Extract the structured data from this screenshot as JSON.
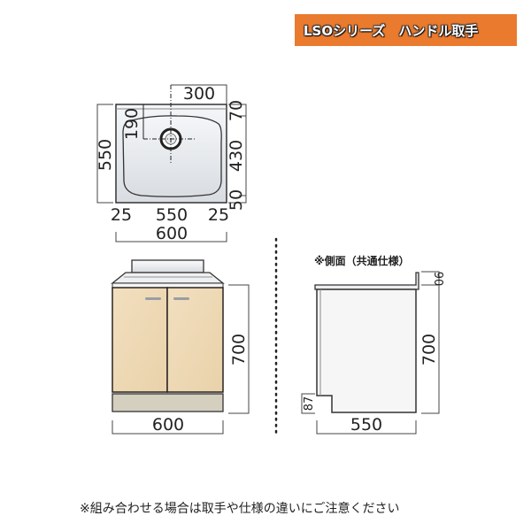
{
  "banner": {
    "text": "LSOシリーズ　ハンドル取手",
    "color": "#ea7a2e"
  },
  "top_view": {
    "dims": {
      "drain_offset_x": "300",
      "drain_offset_y": "190",
      "depth_total": "550",
      "back_margin": "70",
      "bowl_depth": "430",
      "front_margin": "50",
      "left_margin": "25",
      "bowl_width": "550",
      "right_margin": "25",
      "width_total": "600"
    }
  },
  "front_view": {
    "dims": {
      "height": "700",
      "width": "600"
    },
    "door_color": "#efd9b4",
    "plinth_color": "#d4cfbf"
  },
  "side_view": {
    "label": "※側面（共通仕様）",
    "dims": {
      "backsplash": "90",
      "height": "700",
      "toe_kick": "87",
      "depth": "550"
    }
  },
  "footer_note": "※組み合わせる場合は取手や仕様の違いにご注意ください"
}
